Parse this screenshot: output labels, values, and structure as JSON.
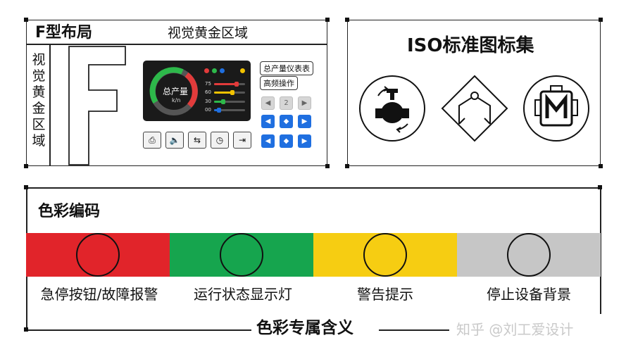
{
  "f_layout": {
    "title": "F型布局",
    "golden_horizontal": "视觉黄金区域",
    "golden_vertical": "视觉黄金区域",
    "hmi": {
      "gauge_label": "总产量",
      "gauge_unit": "k/n",
      "status_dots": [
        "#e23b3b",
        "#2db84a",
        "#1f6fe0",
        "#f2c200"
      ],
      "bars": [
        {
          "label": "75",
          "color": "#e23b3b",
          "level": 0.72
        },
        {
          "label": "60",
          "color": "#f2c200",
          "level": 0.58
        },
        {
          "label": "30",
          "color": "#2db84a",
          "level": 0.3
        },
        {
          "label": "00",
          "color": "#1f6fe0",
          "level": 0.15
        }
      ],
      "pill_1": "总产量仪表表",
      "pill_2": "高频操作",
      "keypad_gray_number": "2",
      "function_icons": [
        "camera-icon",
        "speaker-icon",
        "swap-icon",
        "timer-icon",
        "forward-icon"
      ]
    }
  },
  "iso": {
    "title": "ISO标准图标集",
    "icons": [
      "valve-rotate-icon",
      "crane-hoist-icon",
      "motor-m-icon"
    ]
  },
  "color_coding": {
    "title": "色彩编码",
    "swatches": [
      {
        "color": "#e1242a",
        "meaning": "急停按钮/故障报警"
      },
      {
        "color": "#16a54e",
        "meaning": "运行状态显示灯"
      },
      {
        "color": "#f6cd12",
        "meaning": "警告提示"
      },
      {
        "color": "#c6c6c6",
        "meaning": "停止设备背景"
      }
    ],
    "caption": "色彩专属含义"
  },
  "watermark": "知乎 @刘工爱设计"
}
